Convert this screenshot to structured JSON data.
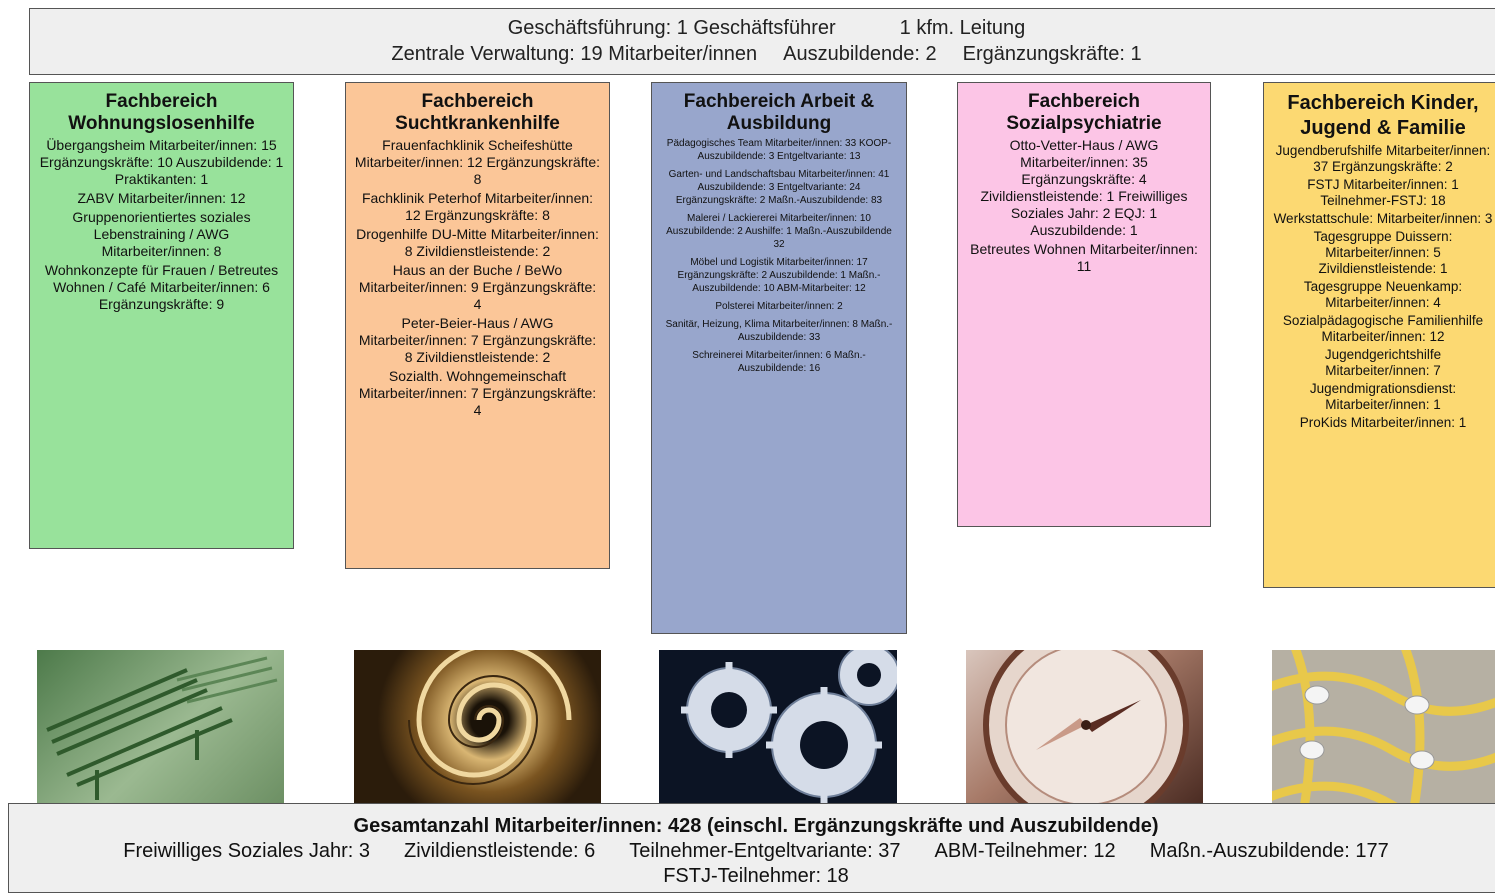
{
  "header": {
    "line1a": "Geschäftsführung: 1 Geschäftsführer",
    "line1b": "1 kfm. Leitung",
    "line2a": "Zentrale Verwaltung: 19 Mitarbeiter/innen",
    "line2b": "Auszubildende: 2",
    "line2c": "Ergänzungskräfte: 1"
  },
  "departments": [
    {
      "title": "Fachbereich Wohnungslosenhilfe",
      "items": [
        "Übergangsheim Mitarbeiter/innen: 15 Ergänzungskräfte: 10 Auszubildende: 1 Praktikanten: 1",
        "ZABV Mitarbeiter/innen: 12",
        "Gruppenorientiertes soziales Lebenstraining / AWG Mitarbeiter/innen: 8",
        "Wohnkonzepte für Frauen / Betreutes Wohnen / Café Mitarbeiter/innen: 6 Ergänzungskräfte: 9"
      ]
    },
    {
      "title": "Fachbereich Suchtkrankenhilfe",
      "items": [
        "Frauenfachklinik Scheifeshütte Mitarbeiter/innen: 12 Ergänzungskräfte: 8",
        "Fachklinik Peterhof Mitarbeiter/innen: 12 Ergänzungskräfte: 8",
        "Drogenhilfe DU-Mitte Mitarbeiter/innen: 8 Zivildienstleistende: 2",
        "Haus an der Buche / BeWo Mitarbeiter/innen: 9 Ergänzungskräfte: 4",
        "Peter-Beier-Haus / AWG Mitarbeiter/innen: 7 Ergänzungskräfte: 8 Zivildienstleistende: 2",
        "Sozialth. Wohngemeinschaft Mitarbeiter/innen: 7 Ergänzungskräfte: 4"
      ]
    },
    {
      "title": "Fachbereich Arbeit & Ausbildung",
      "items": [
        "Pädagogisches Team Mitarbeiter/innen: 33 KOOP-Auszubildende: 3 Entgeltvariante: 13",
        "Garten- und Landschaftsbau Mitarbeiter/innen: 41 Auszubildende: 3 Entgeltvariante: 24 Ergänzungskräfte: 2 Maßn.-Auszubildende: 83",
        "Malerei / Lackiererei Mitarbeiter/innen: 10 Auszubildende: 2 Aushilfe: 1 Maßn.-Auszubildende 32",
        "Möbel und Logistik Mitarbeiter/innen: 17 Ergänzungskräfte: 2 Auszubildende: 1 Maßn.-Auszubildende: 10 ABM-Mitarbeiter: 12",
        "Polsterei Mitarbeiter/innen: 2",
        "Sanitär, Heizung, Klima Mitarbeiter/innen: 8 Maßn.-Auszubildende: 33",
        "Schreinerei Mitarbeiter/innen: 6 Maßn.-Auszubildende: 16"
      ]
    },
    {
      "title": "Fachbereich Sozialpsychiatrie",
      "items": [
        "Otto-Vetter-Haus / AWG Mitarbeiter/innen: 35 Ergänzungskräfte: 4 Zivildienstleistende: 1 Freiwilliges Soziales Jahr: 2 EQJ: 1 Auszubildende: 1",
        "Betreutes Wohnen Mitarbeiter/innen: 11"
      ]
    },
    {
      "title": "Fachbereich Kinder, Jugend & Familie",
      "items": [
        "Jugendberufshilfe Mitarbeiter/innen: 37 Ergänzungskräfte: 2",
        "FSTJ Mitarbeiter/innen: 1 Teilnehmer-FSTJ: 18",
        "Werkstattschule: Mitarbeiter/innen: 3",
        "Tagesgruppe Duissern: Mitarbeiter/innen: 5 Zivildienstleistende: 1",
        "Tagesgruppe Neuenkamp: Mitarbeiter/innen: 4",
        "Sozialpädagogische Familienhilfe Mitarbeiter/innen: 12",
        "Jugendgerichtshilfe Mitarbeiter/innen: 7",
        "Jugendmigrationsdienst: Mitarbeiter/innen: 1",
        "ProKids Mitarbeiter/innen: 1"
      ]
    }
  ],
  "photos": [
    "bench-photo",
    "spiral-staircase-photo",
    "gears-photo",
    "compass-photo",
    "rope-net-photo"
  ],
  "footer": {
    "total": "Gesamtanzahl Mitarbeiter/innen: 428 (einschl. Ergänzungskräfte und Auszubildende)",
    "stats": [
      "Freiwilliges Soziales Jahr: 3",
      "Zivildienstleistende: 6",
      "Teilnehmer-Entgeltvariante: 37",
      "ABM-Teilnehmer: 12",
      "Maßn.-Auszubildende: 177"
    ],
    "last": "FSTJ-Teilnehmer: 18"
  }
}
